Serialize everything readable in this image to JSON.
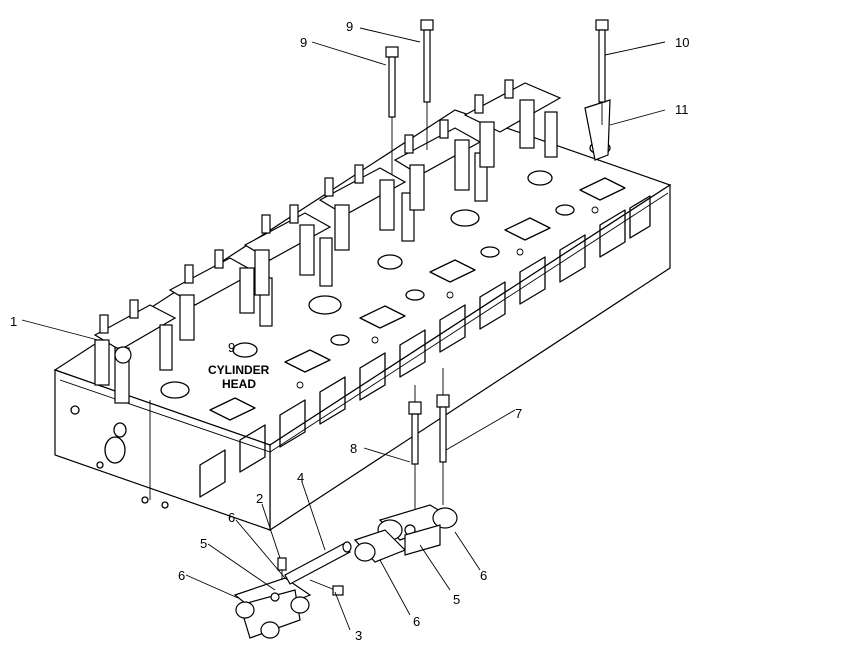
{
  "diagram": {
    "head_label_line1": "CYLINDER",
    "head_label_line2": "HEAD",
    "callouts": {
      "c1": "1",
      "c2": "2",
      "c3": "3",
      "c4": "4",
      "c5a": "5",
      "c5b": "5",
      "c6a": "6",
      "c6b": "6",
      "c6c": "6",
      "c6d": "6",
      "c7": "7",
      "c8": "8",
      "c9a": "9",
      "c9b": "9",
      "c9c": "9",
      "c10": "10",
      "c11": "11"
    }
  }
}
